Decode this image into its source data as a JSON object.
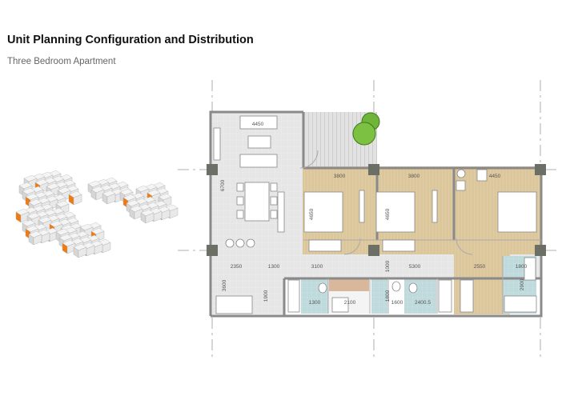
{
  "header": {
    "title": "Unit Planning Configuration and Distribution",
    "subtitle": "Three Bedroom Apartment"
  },
  "colors": {
    "accent_orange": "#f07a12",
    "wood_floor": "#d9c49a",
    "tile_floor": "#e4e4e4",
    "bathroom_floor": "#bcd8dc",
    "kitchen_floor": "#d8b79a",
    "column": "#6b6f66"
  },
  "plan": {
    "dimensions": {
      "living_width": "4450",
      "living_depth": "6700",
      "bedroom1_width": "3800",
      "bedroom2_width": "3800",
      "bedroom3_width": "4450",
      "bedroom1_depth": "4650",
      "bedroom2_depth": "4650",
      "corridor_1": "2350",
      "corridor_2": "1300",
      "corridor_3": "3100",
      "corridor_4": "5300",
      "corridor_5": "2550",
      "corridor_6": "1800",
      "corridor_width": "1000",
      "entry_depth": "3600",
      "entry_door": "1900",
      "bath1_width": "1300",
      "kitchen_width": "2100",
      "wc_depth": "1800",
      "wc_width": "1600",
      "bath2_width": "2400.5",
      "master_bath_depth": "2900"
    }
  }
}
